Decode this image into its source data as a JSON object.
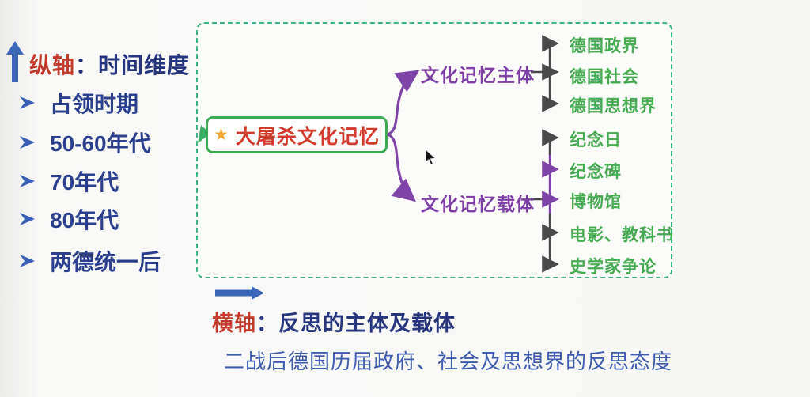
{
  "left_axis": {
    "title_red": "纵轴",
    "title_rest": "：时间维度",
    "bullet_icon": "arrowhead-right",
    "items": [
      "占领时期",
      "50-60年代",
      "70年代",
      "80年代",
      "两德统一后"
    ]
  },
  "mindmap": {
    "root": "大屠杀文化记忆",
    "root_icon": "star",
    "star_glyph": "★",
    "branches": [
      {
        "label": "文化记忆主体",
        "children": [
          "德国政界",
          "德国社会",
          "德国思想界"
        ]
      },
      {
        "label": "文化记忆载体",
        "children": [
          "纪念日",
          "纪念碑",
          "博物馆",
          "电影、教科书",
          "史学家争论"
        ]
      }
    ]
  },
  "bottom_axis": {
    "title_red": "横轴",
    "title_rest": "：反思的主体及载体",
    "subtitle": "二战后德国历届政府、社会及思想界的反思态度"
  },
  "colors": {
    "heading_red": "#c23a2c",
    "heading_navy": "#27357e",
    "list_blue": "#2c3f8e",
    "axis_arrow_blue": "#3c67b8",
    "panel_dash_green": "#3db483",
    "root_border_green": "#3fab55",
    "root_text_red": "#d23a2b",
    "star_orange": "#f0a830",
    "branch_purple": "#7e3fa6",
    "leaf_green": "#46ab51",
    "connector_dark": "#4a4a4a",
    "subtitle_blue": "#3f5cae"
  }
}
